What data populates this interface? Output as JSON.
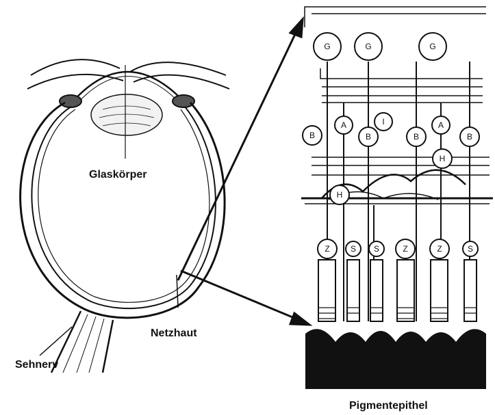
{
  "labels": {
    "vitreous": "Glaskörper",
    "retina": "Netzhaut",
    "optic_nerve": "Sehnerv",
    "pigment_epithelium": "Pigmentepithel"
  },
  "cells": {
    "ganglion": "G",
    "amacrine": "A",
    "interplexiform": "I",
    "bipolar": "B",
    "horizontal": "H",
    "cone": "Z",
    "rod": "S"
  },
  "colors": {
    "ink": "#111111",
    "paper": "#ffffff"
  }
}
